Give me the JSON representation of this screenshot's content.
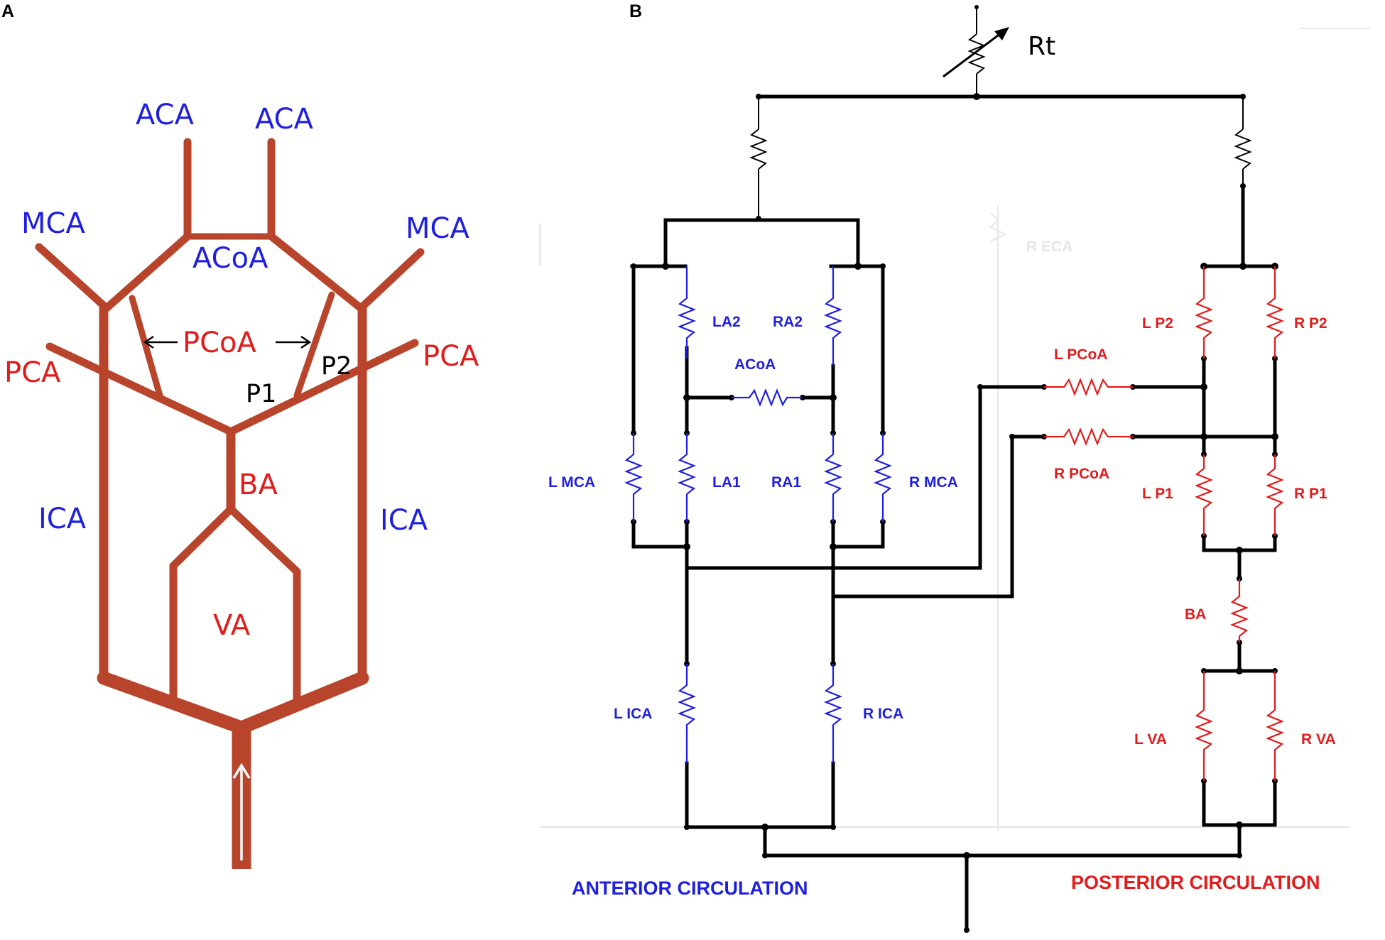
{
  "colors": {
    "artery": "#b9442c",
    "blue": "#1f1fe0",
    "red": "#e21b1b",
    "black": "#000000",
    "faint": "#e6e6e6"
  },
  "panel_a": {
    "letter": "A",
    "labels": {
      "aca_left": "ACA",
      "aca_right": "ACA",
      "mca_left": "MCA",
      "mca_right": "MCA",
      "acoa": "ACoA",
      "pcoa": "PCoA",
      "pca_left": "PCA",
      "pca_right": "PCA",
      "p1": "P1",
      "p2": "P2",
      "ba": "BA",
      "ica_left": "ICA",
      "ica_right": "ICA",
      "va": "VA"
    }
  },
  "panel_b": {
    "letter": "B",
    "rt": "Rt",
    "anterior_labels": {
      "la2": "LA2",
      "ra2": "RA2",
      "acoa": "ACoA",
      "lmca": "L MCA",
      "la1": "LA1",
      "ra1": "RA1",
      "rmca": "R MCA",
      "lica": "L ICA",
      "rica": "R ICA"
    },
    "posterior_labels": {
      "lp2": "L P2",
      "rp2": "R P2",
      "lpcoa": "L PCoA",
      "rpcoa": "R PCoA",
      "lp1": "L P1",
      "rp1": "R P1",
      "ba": "BA",
      "lva": "L VA",
      "rva": "R VA"
    },
    "faint_label": "R ECA",
    "anterior_caption": "ANTERIOR CIRCULATION",
    "posterior_caption": "POSTERIOR CIRCULATION"
  }
}
